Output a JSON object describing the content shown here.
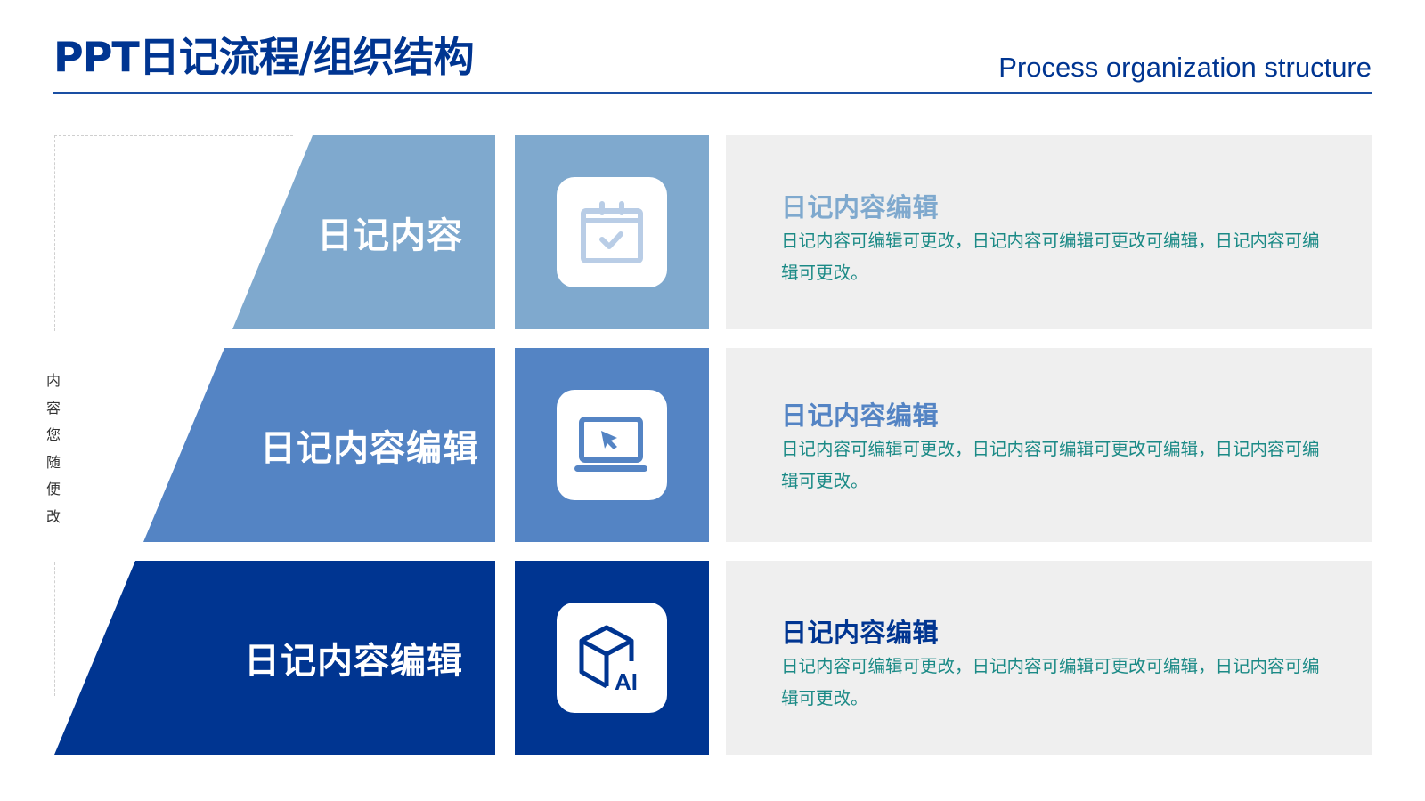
{
  "header": {
    "title": "PPT日记流程/组织结构",
    "subtitle": "Process organization structure",
    "title_color": "#003591",
    "rule_color": "#1a4fa3"
  },
  "side_label": "内容您随便改",
  "rows": [
    {
      "label": "日记内容",
      "color": "#7fa9ce",
      "icon": "calendar-check-icon",
      "icon_color": "#b9cde6",
      "heading": "日记内容编辑",
      "heading_color": "#7fa9ce",
      "body": "日记内容可编辑可更改，日记内容可编辑可更改可编辑，日记内容可编辑可更改。"
    },
    {
      "label": "日记内容编辑",
      "color": "#5484c4",
      "icon": "laptop-cursor-icon",
      "icon_color": "#5484c4",
      "heading": "日记内容编辑",
      "heading_color": "#5484c4",
      "body": "日记内容可编辑可更改，日记内容可编辑可更改可编辑，日记内容可编辑可更改。"
    },
    {
      "label": "日记内容编辑",
      "color": "#003591",
      "icon": "cube-ai-icon",
      "icon_color": "#003591",
      "heading": "日记内容编辑",
      "heading_color": "#003591",
      "body": "日记内容可编辑可更改，日记内容可编辑可更改可编辑，日记内容可编辑可更改。"
    }
  ],
  "panel_body_color": "#1b8a86",
  "panel_bg": "#efefef"
}
